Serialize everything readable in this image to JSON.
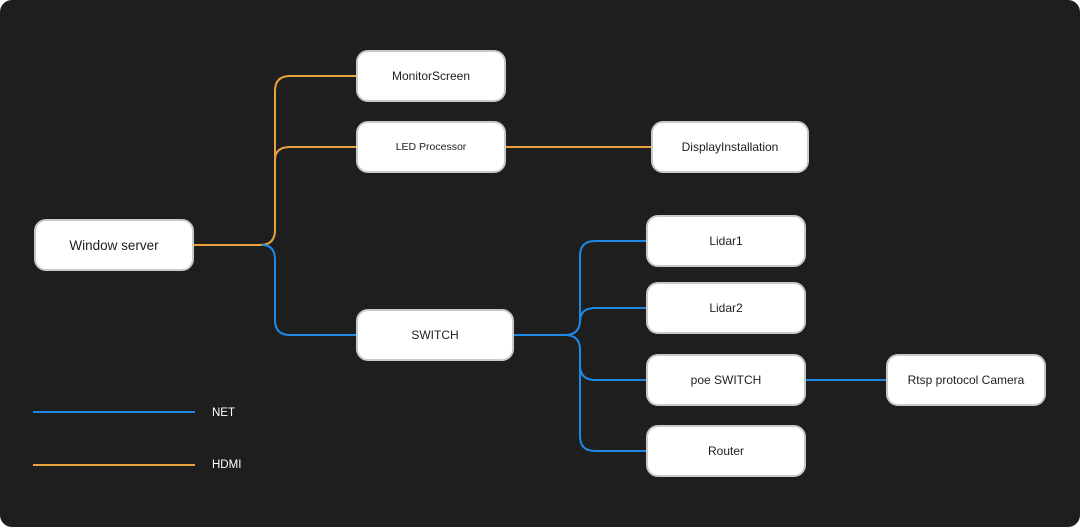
{
  "colors": {
    "background": "#1e1e1e",
    "node_fill": "#ffffff",
    "node_border": "#c9c9c9",
    "net": "#1e88e5",
    "hdmi": "#e9a23b"
  },
  "nodes": {
    "window_server": "Window server",
    "monitor_screen": "MonitorScreen",
    "led_processor": "LED Processor",
    "display_installation": "DisplayInstallation",
    "switch": "SWITCH",
    "lidar1": "Lidar1",
    "lidar2": "Lidar2",
    "poe_switch": "poe SWITCH",
    "rtsp_camera": "Rtsp protocol Camera",
    "router": "Router"
  },
  "connections": [
    {
      "from": "window_server",
      "to": "monitor_screen",
      "type": "HDMI"
    },
    {
      "from": "window_server",
      "to": "led_processor",
      "type": "HDMI"
    },
    {
      "from": "led_processor",
      "to": "display_installation",
      "type": "HDMI"
    },
    {
      "from": "window_server",
      "to": "switch",
      "type": "NET"
    },
    {
      "from": "switch",
      "to": "lidar1",
      "type": "NET"
    },
    {
      "from": "switch",
      "to": "lidar2",
      "type": "NET"
    },
    {
      "from": "switch",
      "to": "poe_switch",
      "type": "NET"
    },
    {
      "from": "switch",
      "to": "router",
      "type": "NET"
    },
    {
      "from": "poe_switch",
      "to": "rtsp_camera",
      "type": "NET"
    }
  ],
  "legend": {
    "net_label": "NET",
    "hdmi_label": "HDMI"
  }
}
